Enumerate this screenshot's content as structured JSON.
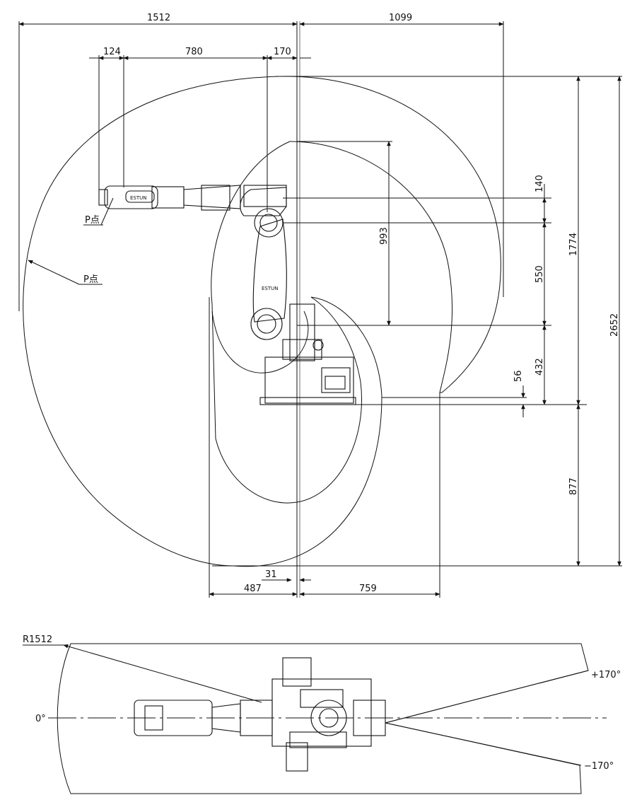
{
  "side_view": {
    "dims": {
      "d1512": "1512",
      "d1099": "1099",
      "d124": "124",
      "d780": "780",
      "d170": "170",
      "d140": "140",
      "d993": "993",
      "d550": "550",
      "d1774": "1774",
      "d2652": "2652",
      "d432": "432",
      "d56": "56",
      "d877": "877",
      "d31": "31",
      "d487": "487",
      "d759": "759"
    },
    "labels": {
      "p_point_tool": "P点",
      "p_point_envelope": "P点"
    },
    "brand": "ESTUN"
  },
  "top_view": {
    "radius": "R1512",
    "angle_zero": "0°",
    "angle_pos": "+170°",
    "angle_neg": "−170°"
  }
}
